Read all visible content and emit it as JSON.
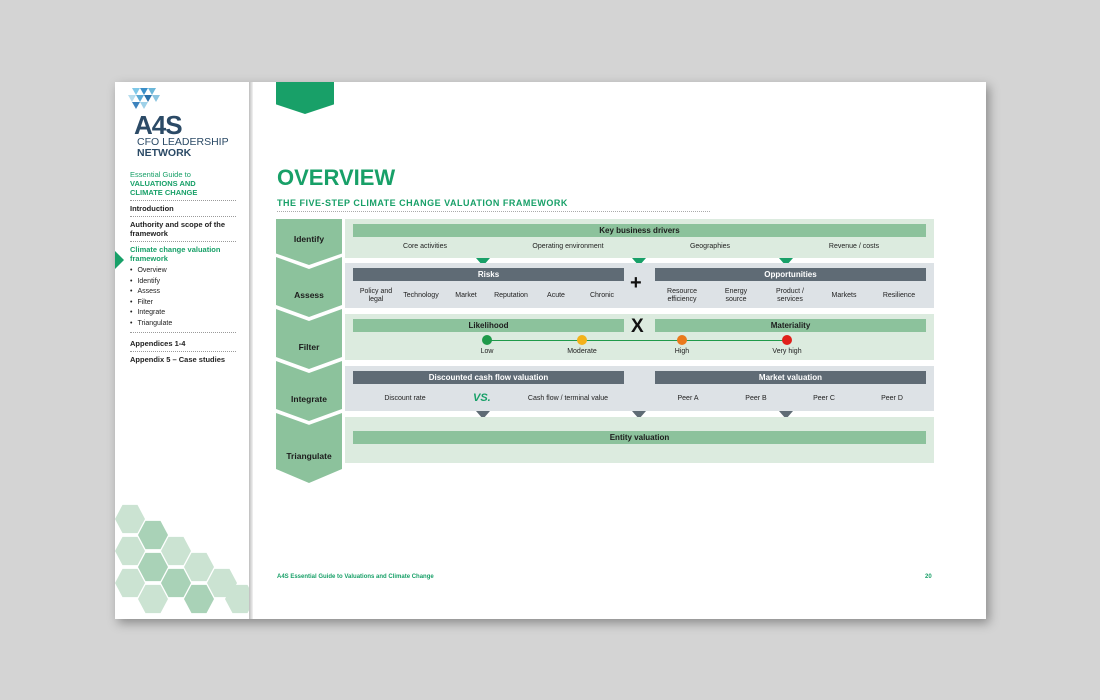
{
  "logo": {
    "word": "A4S",
    "line1": "CFO LEADERSHIP",
    "line2": "NETWORK"
  },
  "sidebar": {
    "guide_line1": "Essential Guide to",
    "guide_line2": "VALUATIONS AND",
    "guide_line3": "CLIMATE CHANGE",
    "items": [
      {
        "label": "Introduction"
      },
      {
        "label": "Authority and scope of the framework"
      },
      {
        "label": "Climate change valuation framework"
      },
      {
        "label": "Appendices 1-4"
      },
      {
        "label": "Appendix 5 – Case studies"
      }
    ],
    "subitems": [
      "Overview",
      "Identify",
      "Assess",
      "Filter",
      "Integrate",
      "Triangulate"
    ]
  },
  "page": {
    "title": "OVERVIEW",
    "subtitle": "THE FIVE-STEP CLIMATE CHANGE VALUATION FRAMEWORK",
    "footer_left": "A4S Essential Guide to Valuations and Climate Change",
    "page_number": "20"
  },
  "steps": [
    "Identify",
    "Assess",
    "Filter",
    "Integrate",
    "Triangulate"
  ],
  "identify": {
    "header": "Key business drivers",
    "items": [
      "Core activities",
      "Operating environment",
      "Geographies",
      "Revenue / costs"
    ]
  },
  "assess": {
    "risks_header": "Risks",
    "risks": [
      "Policy and legal",
      "Technology",
      "Market",
      "Reputation",
      "Acute",
      "Chronic"
    ],
    "operator": "+",
    "opps_header": "Opportunities",
    "opps": [
      "Resource efficiency",
      "Energy source",
      "Product / services",
      "Markets",
      "Resilience"
    ]
  },
  "filter": {
    "likelihood": "Likelihood",
    "operator": "X",
    "materiality": "Materiality",
    "scale": [
      {
        "label": "Low",
        "color": "#1f9a4a"
      },
      {
        "label": "Moderate",
        "color": "#f3b21a"
      },
      {
        "label": "High",
        "color": "#ea7a1c"
      },
      {
        "label": "Very high",
        "color": "#e0201b"
      }
    ]
  },
  "integrate": {
    "dcf_header": "Discounted cash flow valuation",
    "dcf_left": "Discount rate",
    "vs": "VS.",
    "dcf_right": "Cash flow / terminal value",
    "market_header": "Market valuation",
    "peers": [
      "Peer A",
      "Peer B",
      "Peer C",
      "Peer D"
    ]
  },
  "triangulate": {
    "header": "Entity valuation"
  },
  "colors": {
    "brand_green": "#18a068",
    "light_green": "#8cc29c",
    "panel_green": "#dcebdf",
    "panel_gray": "#dde2e6",
    "dark_gray": "#5f6b75"
  }
}
